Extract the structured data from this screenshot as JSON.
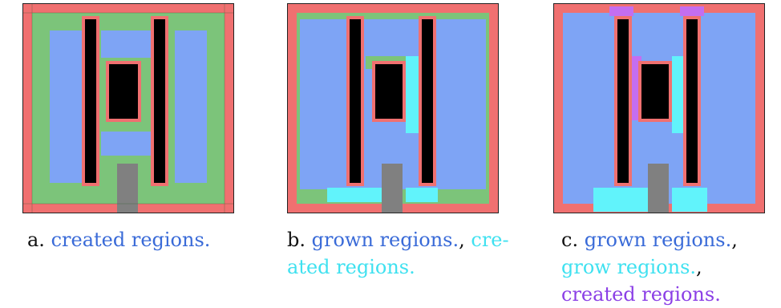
{
  "panels": [
    {
      "id": "a",
      "prefix": "a.",
      "caption_parts": [
        {
          "text": "created regions.",
          "color_class": "blue"
        }
      ]
    },
    {
      "id": "b",
      "prefix": "b.",
      "caption_parts": [
        {
          "text": "grown regions.",
          "color_class": "blue"
        },
        {
          "text": ", ",
          "color_class": ""
        },
        {
          "text": "cre-ated regions.",
          "color_class": "cyan"
        }
      ]
    },
    {
      "id": "c",
      "prefix": "c.",
      "caption_parts": [
        {
          "text": "grown regions.",
          "color_class": "blue"
        },
        {
          "text": ", ",
          "color_class": ""
        },
        {
          "text": "grow regions.",
          "color_class": "cyan"
        },
        {
          "text": ", ",
          "color_class": ""
        },
        {
          "text": "created regions.",
          "color_class": "purple"
        }
      ]
    }
  ],
  "colors": {
    "border_red": "#f07070",
    "green": "#7cc47a",
    "blue": "#7ea4f5",
    "cyan": "#61f3fb",
    "purple": "#c46ef0",
    "black": "#000000",
    "gray": "#808080",
    "grid_line": "#1a4a1a"
  }
}
